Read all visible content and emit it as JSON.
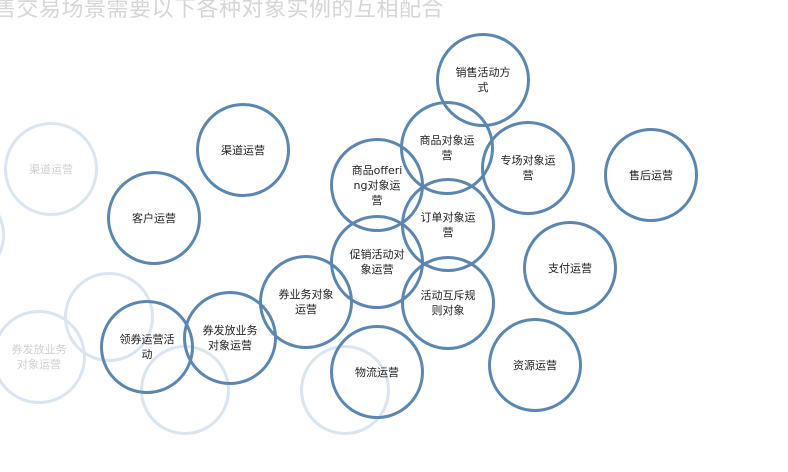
{
  "title": "售交易场景需要以下各种对象实例的互相配合",
  "colors": {
    "circle_border": "#5b86b0",
    "ghost_border": "#dbe5ef",
    "title": "#d6d6d6"
  },
  "ghost_nodes": [
    "渠道运营",
    "券发放业务对象运营"
  ],
  "nodes": [
    "销售活动方式",
    "渠道运营",
    "商品对象运营",
    "专场对象运营",
    "售后运营",
    "商品offering对象运营",
    "客户运营",
    "订单对象运营",
    "促销活动对象运营",
    "支付运营",
    "券业务对象运营",
    "活动互斥规则对象",
    "领券运营活动",
    "券发放业务对象运营",
    "物流运营",
    "资源运营"
  ]
}
